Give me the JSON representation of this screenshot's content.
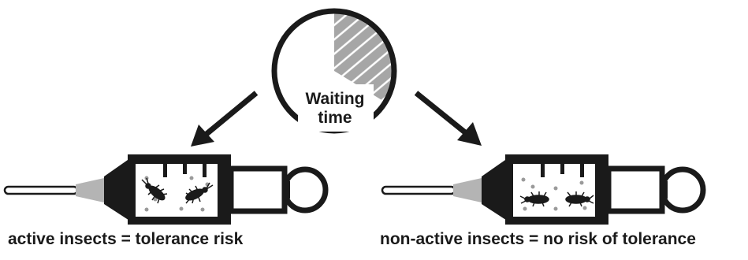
{
  "clock": {
    "label_line1": "Waiting",
    "label_line2": "time"
  },
  "captions": {
    "left": "active insects = tolerance risk",
    "right": "non-active insects = no risk of tolerance"
  },
  "colors": {
    "ink": "#1a1a1a",
    "hatch_fill": "#a6a6a6",
    "needle_gray": "#b4b4b4",
    "dot_gray": "#9a9a9a"
  }
}
